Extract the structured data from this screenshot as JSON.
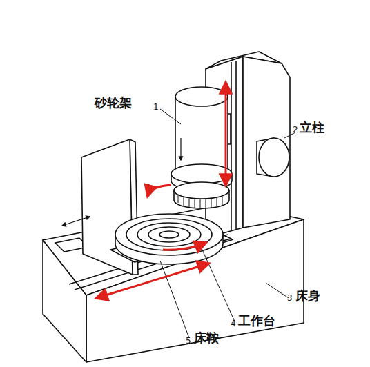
{
  "diagram": {
    "labels": [
      "砂轮架",
      "1",
      "2",
      "立柱",
      "3",
      "床身",
      "4",
      "工作台",
      "5",
      "床鞍"
    ]
  }
}
